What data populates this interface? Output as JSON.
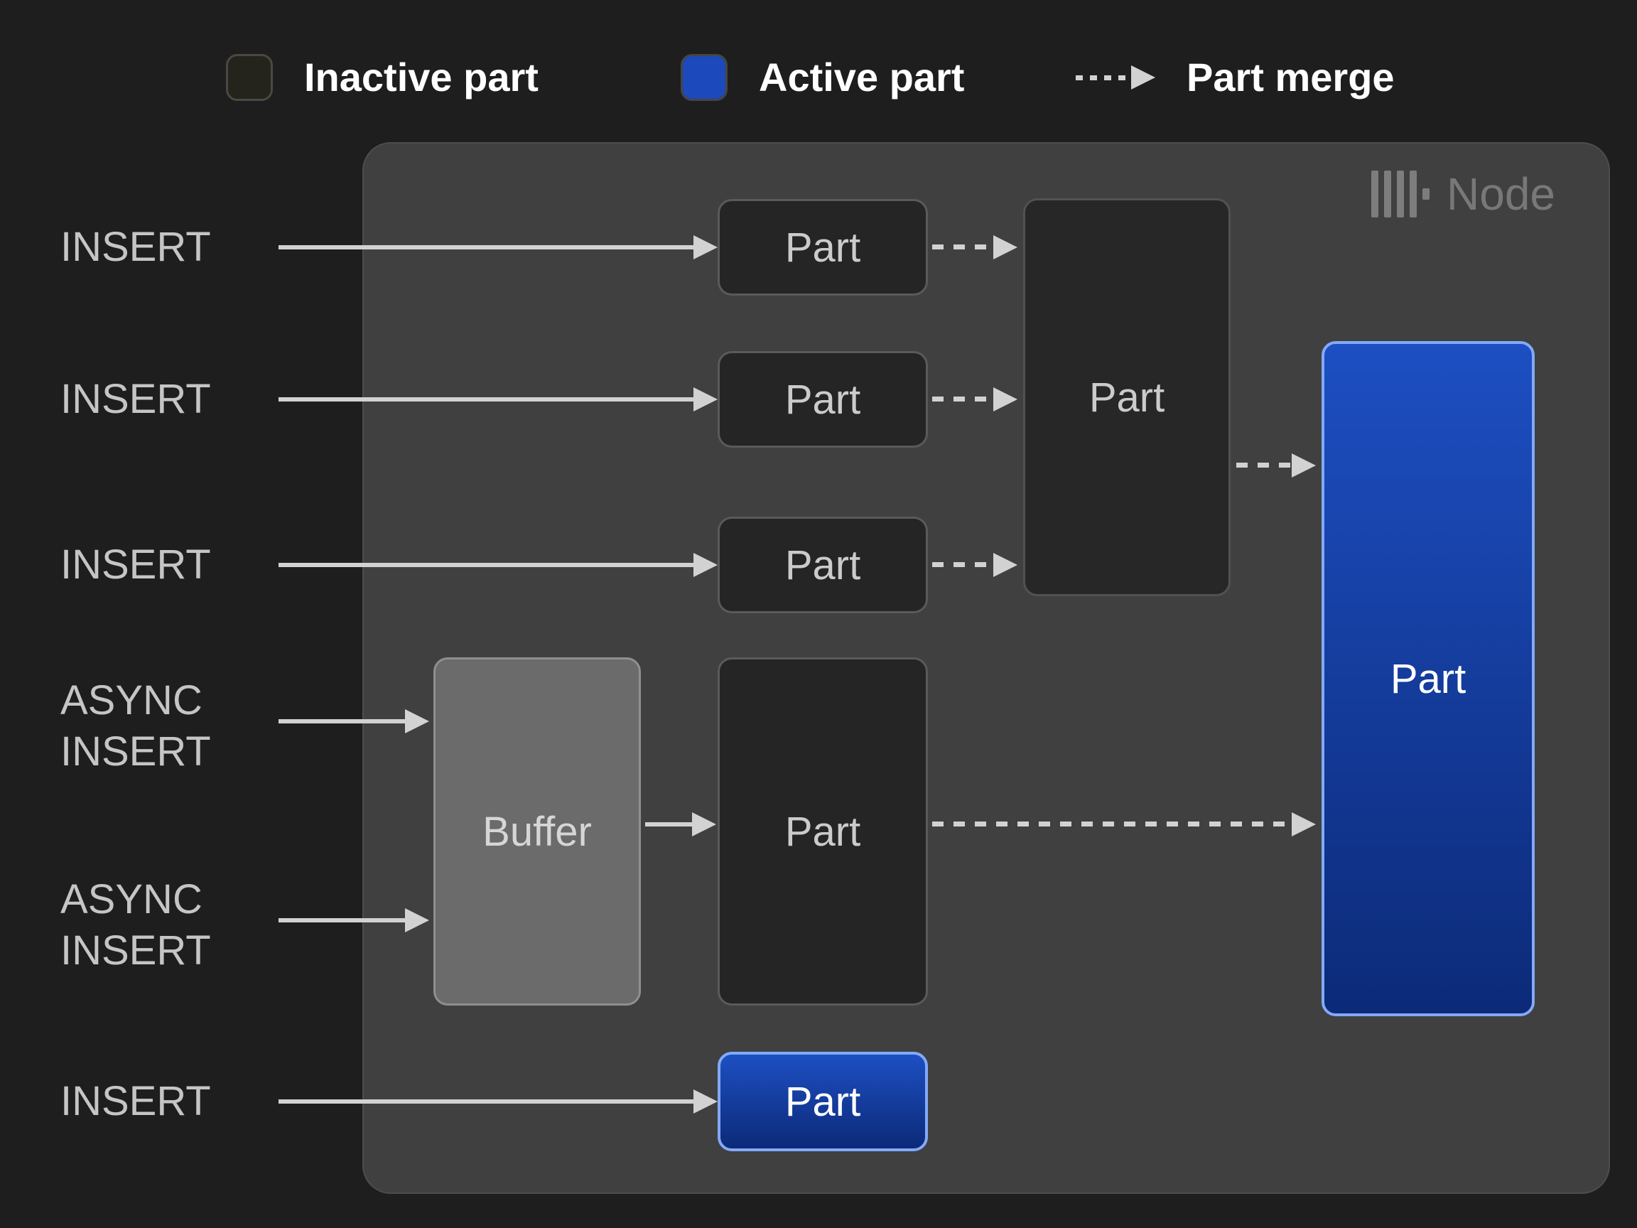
{
  "legend": {
    "inactive_label": "Inactive part",
    "active_label": "Active part",
    "merge_label": "Part merge"
  },
  "node": {
    "title": "Node",
    "logo": "clickhouse-logo-icon"
  },
  "input_labels": {
    "insert_1": "INSERT",
    "insert_2": "INSERT",
    "insert_3": "INSERT",
    "async_insert_1": "ASYNC INSERT",
    "async_insert_2": "ASYNC INSERT",
    "insert_4": "INSERT"
  },
  "box_labels": {
    "part": "Part",
    "buffer": "Buffer"
  },
  "colors": {
    "background": "#1e1e1e",
    "node_bg": "#404040",
    "inactive_fill": "#252525",
    "inactive_border": "#5a5a5a",
    "buffer_fill": "#6b6b6b",
    "active_gradient_top": "#1d4fc2",
    "active_gradient_bottom": "#0c2a78",
    "active_border": "#83a9f8",
    "active_swatch": "#1c49bb",
    "arrow": "#d2d2d2",
    "input_label_text": "#c5c5c5",
    "legend_text": "#ffffff",
    "node_label_text": "#787878"
  }
}
